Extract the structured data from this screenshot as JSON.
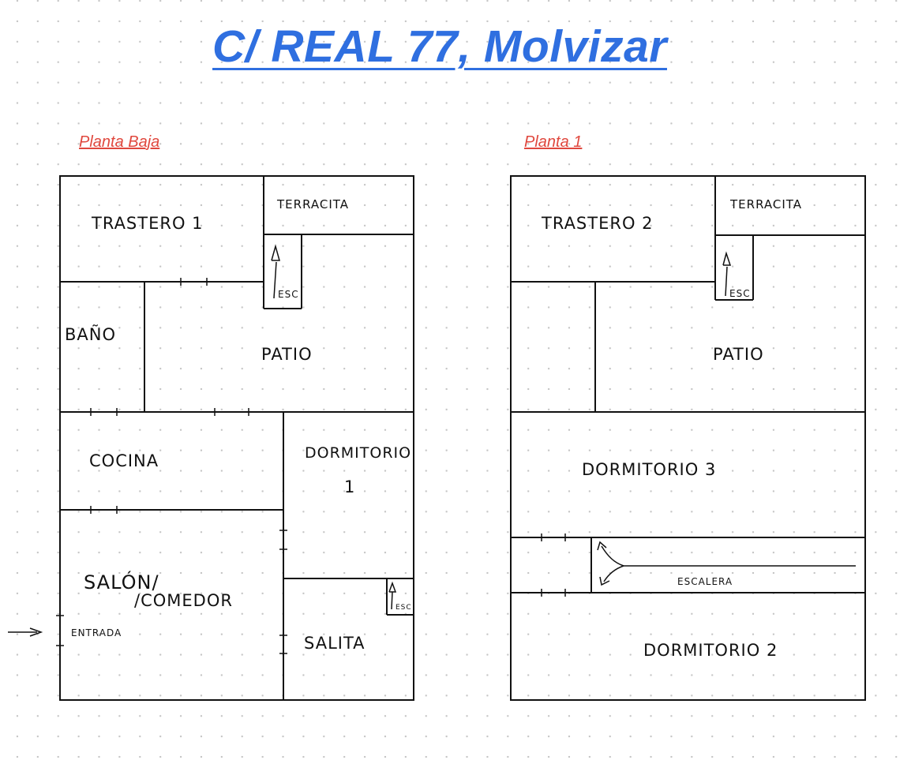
{
  "title": "C/ REAL 77, Molvizar",
  "floors": {
    "ground": {
      "label": "Planta Baja",
      "rooms": {
        "trastero": "TRASTERO 1",
        "terracita": "TERRACITA",
        "esc": "ESC",
        "bano": "BAÑO",
        "patio": "PATIO",
        "cocina": "COCINA",
        "dormitorio_line1": "DORMITORIO",
        "dormitorio_line2": "1",
        "salon": "SALÓN/",
        "comedor": "/COMEDOR",
        "entrada": "ENTRADA",
        "salita": "SALITA",
        "esc2": "ESC"
      }
    },
    "first": {
      "label": "Planta 1",
      "rooms": {
        "trastero": "TRASTERO 2",
        "terracita": "TERRACITA",
        "esc": "ESC",
        "patio": "PATIO",
        "dormitorio3": "DORMITORIO 3",
        "escalera": "ESCALERA",
        "dormitorio2": "DORMITORIO 2"
      }
    }
  }
}
